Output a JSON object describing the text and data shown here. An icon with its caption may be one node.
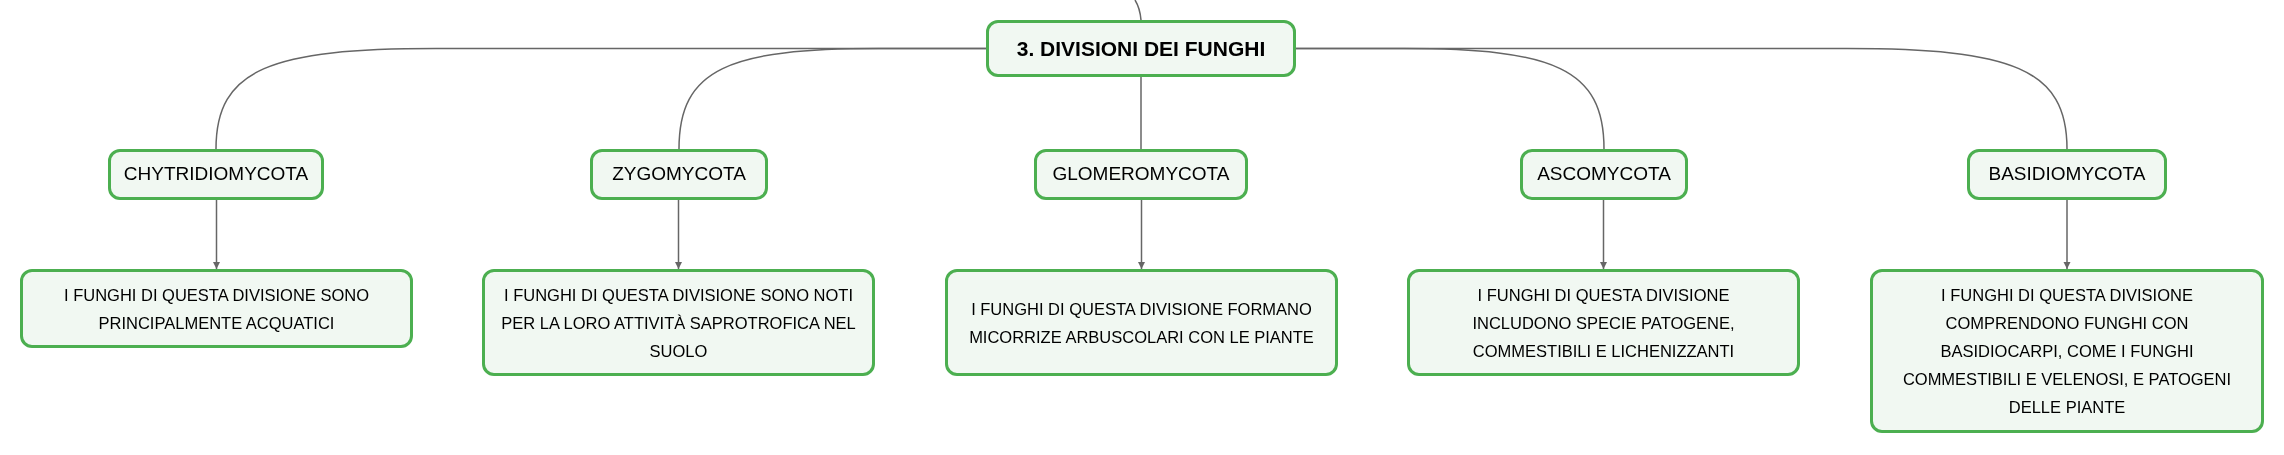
{
  "diagram": {
    "nodes": [
      {
        "text": [
          "3. DIVISIONI DEI FUNGHI"
        ]
      },
      {
        "text": [
          "CHYTRIDIOMYCOTA"
        ]
      },
      {
        "text": [
          "ZYGOMYCOTA"
        ]
      },
      {
        "text": [
          "GLOMEROMYCOTA"
        ]
      },
      {
        "text": [
          "ASCOMYCOTA"
        ]
      },
      {
        "text": [
          "BASIDIOMYCOTA"
        ]
      },
      {
        "text": [
          "I FUNGHI DI QUESTA DIVISIONE SONO PRINCIPALMENTE ACQUATICI"
        ]
      },
      {
        "text": [
          "I FUNGHI DI QUESTA DIVISIONE SONO NOTI PER LA LORO ATTIVITÀ SAPROTROFICA NEL SUOLO"
        ]
      },
      {
        "text": [
          "I FUNGHI DI QUESTA DIVISIONE FORMANO MICORRIZE ARBUSCOLARI CON LE PIANTE"
        ]
      },
      {
        "text": [
          "I FUNGHI DI QUESTA DIVISIONE INCLUDONO SPECIE PATOGENE, COMMESTIBILI E LICHENIZZANTI"
        ]
      },
      {
        "text": [
          "I FUNGHI DI QUESTA DIVISIONE COMPRENDONO FUNGHI CON BASIDIOCARPI, COME I FUNGHI COMMESTIBILI E VELENOSI, E PATOGENI DELLE PIANTE"
        ]
      }
    ],
    "edges": [
      {
        "from": null,
        "to": 0,
        "arrow": "none"
      },
      {
        "from": 0,
        "to": 1,
        "arrow": "none"
      },
      {
        "from": 0,
        "to": 2,
        "arrow": "none"
      },
      {
        "from": 0,
        "to": 3,
        "arrow": "none"
      },
      {
        "from": 0,
        "to": 4,
        "arrow": "none"
      },
      {
        "from": 0,
        "to": 5,
        "arrow": "none"
      },
      {
        "from": 1,
        "to": 6,
        "arrow": "to"
      },
      {
        "from": 2,
        "to": 7,
        "arrow": "to"
      },
      {
        "from": 3,
        "to": 8,
        "arrow": "to"
      },
      {
        "from": 4,
        "to": 9,
        "arrow": "to"
      },
      {
        "from": 5,
        "to": 10,
        "arrow": "to"
      }
    ]
  }
}
